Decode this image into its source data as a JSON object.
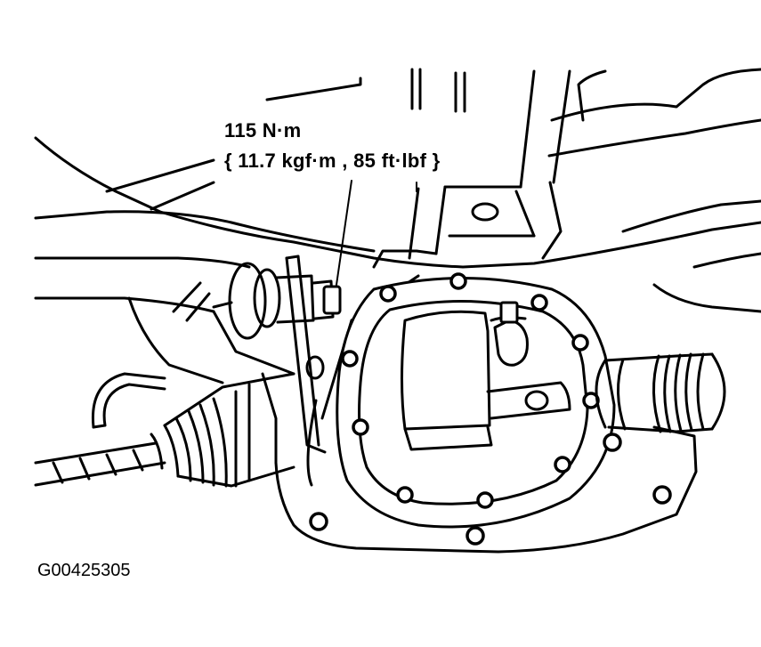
{
  "labels": {
    "torque_nm": "115 N·m",
    "torque_alt": "{ 11.7 kgf·m , 85 ft·lbf }",
    "figure_code": "G00425305"
  },
  "colors": {
    "line": "#000000",
    "background": "#ffffff"
  }
}
